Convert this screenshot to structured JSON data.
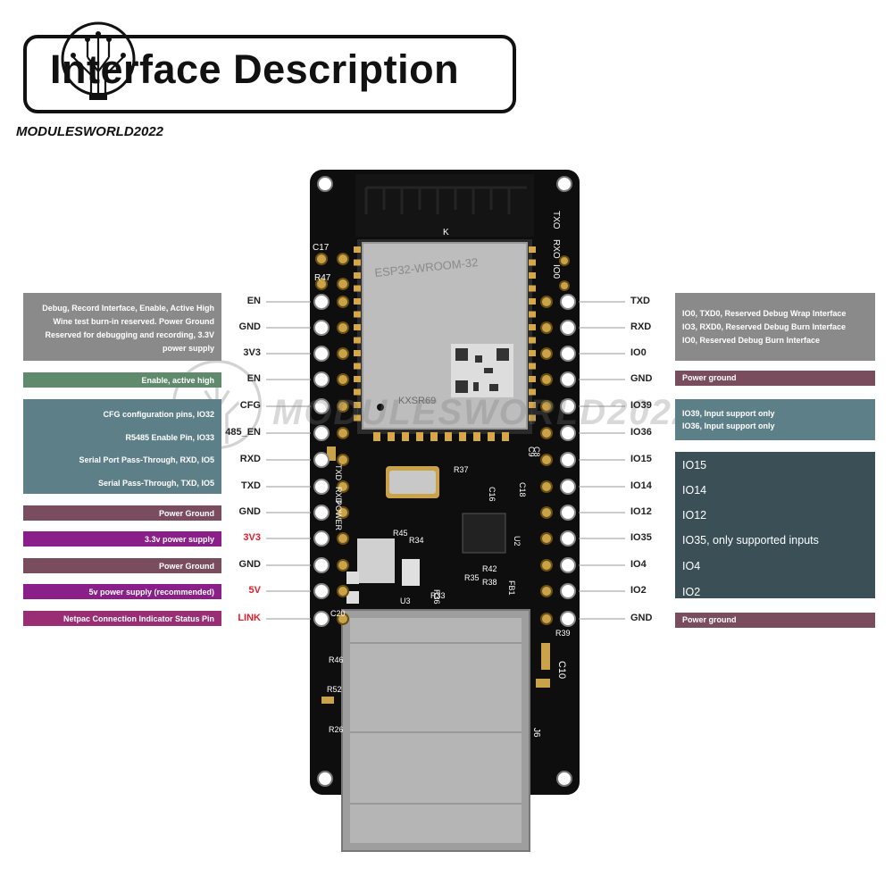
{
  "header": {
    "title": "Interface Description",
    "brand": "MODULESWORLD2022"
  },
  "watermark": "MODULESWORLD2022",
  "board": {
    "module_label": "ESP32-WROOM-32",
    "module_code": "KXSR69",
    "antenna_mark": "K",
    "top_right_labels": [
      "TXO",
      "RXO",
      "IO0"
    ],
    "silk_left": [
      "C17",
      "R47",
      "RXD",
      "TXD",
      "POWER"
    ],
    "silk_misc": [
      "C16",
      "R37",
      "U2",
      "R42",
      "C18",
      "FB1",
      "R36",
      "R33",
      "R35",
      "R38",
      "U3",
      "R34",
      "C20",
      "R46",
      "R52",
      "R26",
      "J6",
      "C10",
      "R39",
      "C8",
      "C9",
      "R45"
    ]
  },
  "left_pins": [
    {
      "label": "EN",
      "color": "dark"
    },
    {
      "label": "GND",
      "color": "dark"
    },
    {
      "label": "3V3",
      "color": "dark"
    },
    {
      "label": "EN",
      "color": "dark"
    },
    {
      "label": "CFG",
      "color": "dark"
    },
    {
      "label": "485_EN",
      "color": "dark"
    },
    {
      "label": "RXD",
      "color": "dark"
    },
    {
      "label": "TXD",
      "color": "dark"
    },
    {
      "label": "GND",
      "color": "dark"
    },
    {
      "label": "3V3",
      "color": "red"
    },
    {
      "label": "GND",
      "color": "dark"
    },
    {
      "label": "5V",
      "color": "red"
    },
    {
      "label": "LINK",
      "color": "red"
    }
  ],
  "right_pins": [
    {
      "label": "TXD"
    },
    {
      "label": "RXD"
    },
    {
      "label": "IO0"
    },
    {
      "label": "GND"
    },
    {
      "label": "IO39"
    },
    {
      "label": "IO36"
    },
    {
      "label": "IO15"
    },
    {
      "label": "IO14"
    },
    {
      "label": "IO12"
    },
    {
      "label": "IO35"
    },
    {
      "label": "IO4"
    },
    {
      "label": "IO2"
    },
    {
      "label": "GND"
    }
  ],
  "left_boxes": [
    {
      "lines": [
        "Debug, Record Interface, Enable, Active High",
        "Wine test burn-in reserved. Power Ground",
        "Reserved for debugging and recording, 3.3V",
        "power supply"
      ],
      "color": "#8a8a8a"
    },
    {
      "lines": [
        "Enable, active high"
      ],
      "color": "#5f8a6b"
    },
    {
      "lines": [
        "CFG configuration pins, IO32",
        "R5485 Enable Pin, IO33",
        "Serial Port Pass-Through, RXD, IO5",
        "Serial Pass-Through, TXD, IO5"
      ],
      "color": "#5d7f88"
    },
    {
      "lines": [
        "Power Ground"
      ],
      "color": "#7a4d5e"
    },
    {
      "lines": [
        "3.3v power supply"
      ],
      "color": "#8a1f8a"
    },
    {
      "lines": [
        "Power Ground"
      ],
      "color": "#7a4d5e"
    },
    {
      "lines": [
        "5v power supply (recommended)"
      ],
      "color": "#8a1f8a"
    },
    {
      "lines": [
        "Netpac Connection Indicator Status Pin"
      ],
      "color": "#9a2e74"
    }
  ],
  "right_boxes": [
    {
      "lines": [
        "IO0, TXD0, Reserved Debug Wrap Interface",
        "IO3, RXD0, Reserved Debug Burn Interface",
        "IO0, Reserved Debug Burn Interface"
      ],
      "color": "#8a8a8a"
    },
    {
      "lines": [
        "Power ground"
      ],
      "color": "#7a4d5e"
    },
    {
      "lines": [
        "IO39, Input support only",
        "IO36, Input support only"
      ],
      "color": "#5d7f88"
    },
    {
      "lines": [
        "IO15",
        "IO14",
        "IO12",
        "IO35, only supported inputs",
        "IO4",
        "IO2"
      ],
      "color": "#3a5056"
    },
    {
      "lines": [
        "Power ground"
      ],
      "color": "#7a4d5e"
    }
  ]
}
